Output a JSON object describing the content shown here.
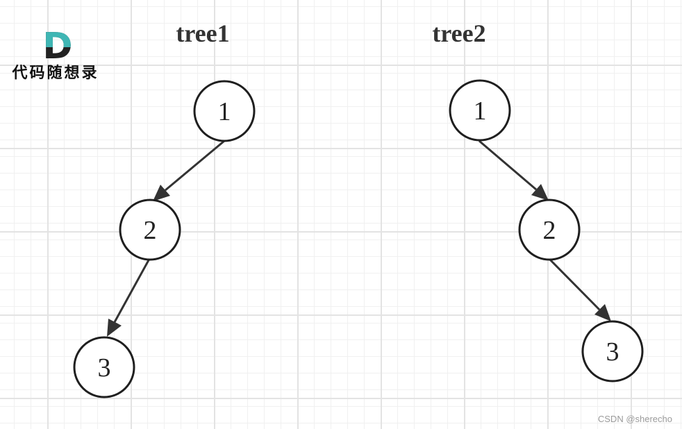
{
  "logo": {
    "mark": "D",
    "text": "代码随想录",
    "colors": {
      "dark": "#222222",
      "teal": "#3fb6b4"
    }
  },
  "trees": [
    {
      "id": "tree1",
      "title": "tree1",
      "nodes": [
        {
          "id": "n1",
          "label": "1"
        },
        {
          "id": "n2",
          "label": "2"
        },
        {
          "id": "n3",
          "label": "3"
        }
      ],
      "edges": [
        {
          "from": "n1",
          "to": "n2",
          "side": "left"
        },
        {
          "from": "n2",
          "to": "n3",
          "side": "left"
        }
      ]
    },
    {
      "id": "tree2",
      "title": "tree2",
      "nodes": [
        {
          "id": "n1",
          "label": "1"
        },
        {
          "id": "n2",
          "label": "2"
        },
        {
          "id": "n3",
          "label": "3"
        }
      ],
      "edges": [
        {
          "from": "n1",
          "to": "n2",
          "side": "right"
        },
        {
          "from": "n2",
          "to": "n3",
          "side": "right"
        }
      ]
    }
  ],
  "watermark": "CSDN @sherecho"
}
